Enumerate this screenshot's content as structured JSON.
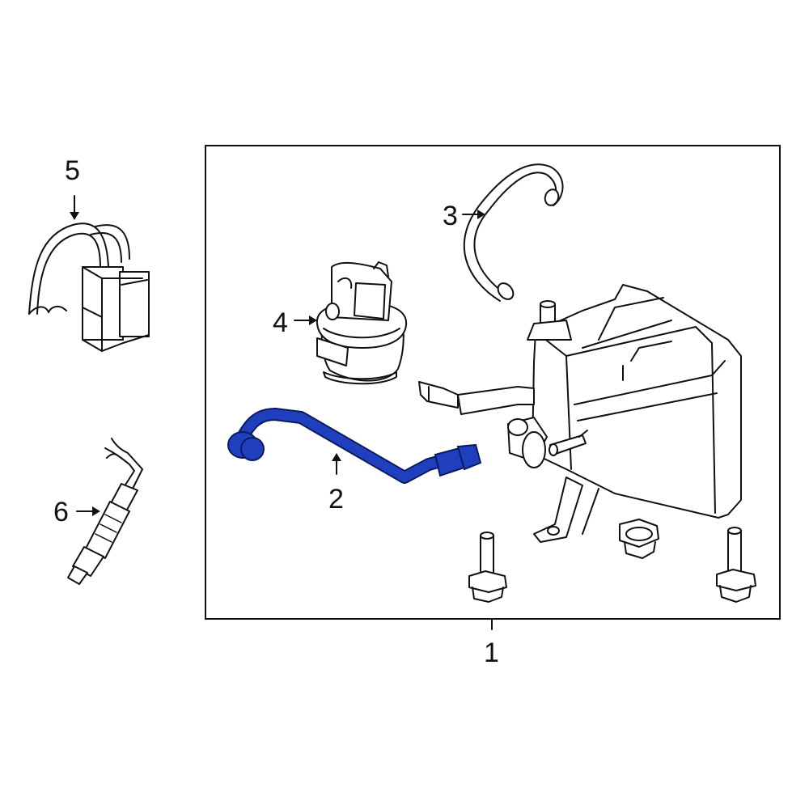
{
  "callouts": {
    "c1": "1",
    "c2": "2",
    "c3": "3",
    "c4": "4",
    "c5": "5",
    "c6": "6"
  },
  "colors": {
    "highlight_fill": "#1f3fbf",
    "highlight_stroke": "#0b1a5e",
    "line": "#111111",
    "background": "#ffffff"
  },
  "highlighted_part": "2"
}
